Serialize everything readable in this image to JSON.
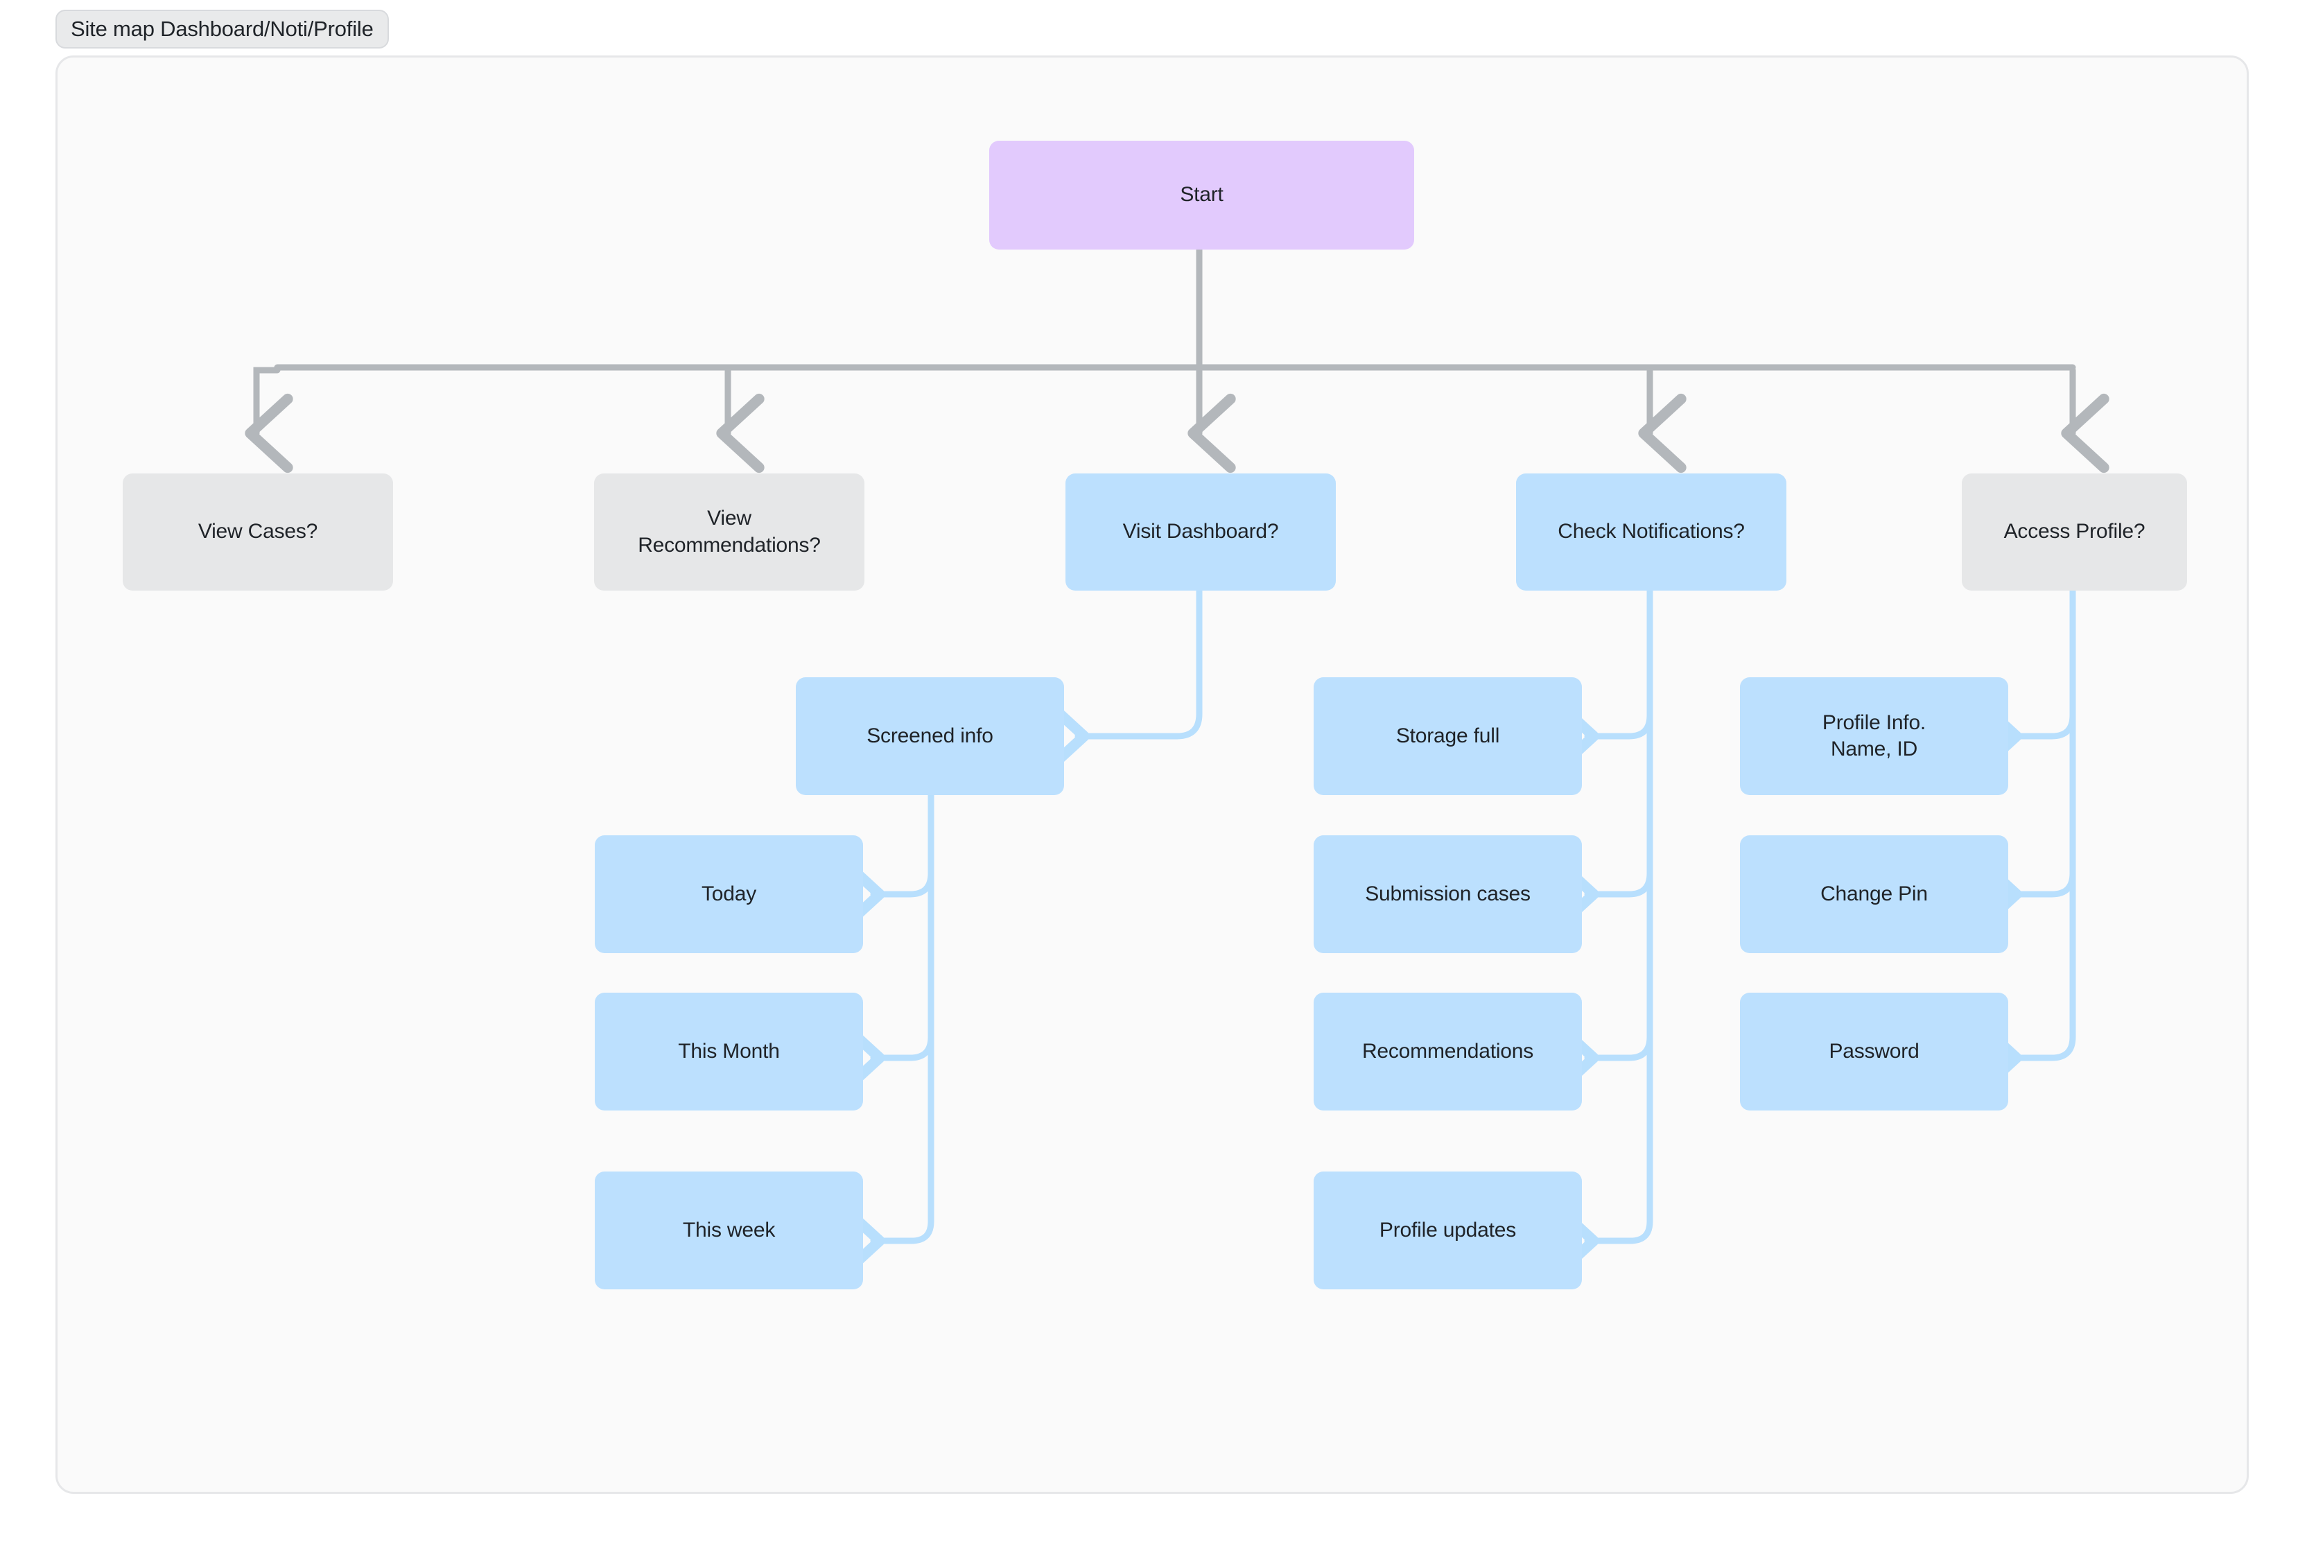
{
  "title": {
    "label": "Site map Dashboard/Noti/Profile"
  },
  "colors": {
    "start_fill": "#e2cafd",
    "gray_fill": "#e6e7e8",
    "blue_fill": "#bce0fe",
    "gray_connector": "#b3b7bb",
    "blue_connector": "#b8dffd",
    "canvas": "#fafafa",
    "text": "#1f2328"
  },
  "diagram": {
    "type": "site-map-flowchart",
    "root": {
      "id": "start",
      "label": "Start",
      "style": "start"
    },
    "branches": [
      {
        "id": "view-cases",
        "label": "View Cases?",
        "style": "gray",
        "children": []
      },
      {
        "id": "view-recommendations",
        "label": "View\nRecommendations?",
        "style": "gray",
        "children": []
      },
      {
        "id": "visit-dashboard",
        "label": "Visit Dashboard?",
        "style": "blue",
        "children": [
          {
            "id": "screened-info",
            "label": "Screened info",
            "style": "blue",
            "children": [
              {
                "id": "today",
                "label": "Today",
                "style": "blue"
              },
              {
                "id": "this-month",
                "label": "This Month",
                "style": "blue"
              },
              {
                "id": "this-week",
                "label": "This week",
                "style": "blue"
              }
            ]
          }
        ]
      },
      {
        "id": "check-notifications",
        "label": "Check Notifications?",
        "style": "blue",
        "children": [
          {
            "id": "storage-full",
            "label": "Storage full",
            "style": "blue"
          },
          {
            "id": "submission-cases",
            "label": "Submission cases",
            "style": "blue"
          },
          {
            "id": "recommendations",
            "label": "Recommendations",
            "style": "blue"
          },
          {
            "id": "profile-updates",
            "label": "Profile updates",
            "style": "blue"
          }
        ]
      },
      {
        "id": "access-profile",
        "label": "Access Profile?",
        "style": "gray",
        "children": [
          {
            "id": "profile-info",
            "label": "Profile Info.\nName, ID",
            "style": "blue"
          },
          {
            "id": "change-pin",
            "label": "Change Pin",
            "style": "blue"
          },
          {
            "id": "password",
            "label": "Password",
            "style": "blue"
          }
        ]
      }
    ]
  },
  "nodes": {
    "start": "Start",
    "view_cases": "View Cases?",
    "view_recommendations": "View\nRecommendations?",
    "visit_dashboard": "Visit Dashboard?",
    "check_notifications": "Check Notifications?",
    "access_profile": "Access Profile?",
    "screened_info": "Screened info",
    "today": "Today",
    "this_month": "This Month",
    "this_week": "This week",
    "storage_full": "Storage full",
    "submission_cases": "Submission cases",
    "recommendations": "Recommendations",
    "profile_updates": "Profile updates",
    "profile_info": "Profile Info.\nName, ID",
    "change_pin": "Change Pin",
    "password": "Password"
  }
}
